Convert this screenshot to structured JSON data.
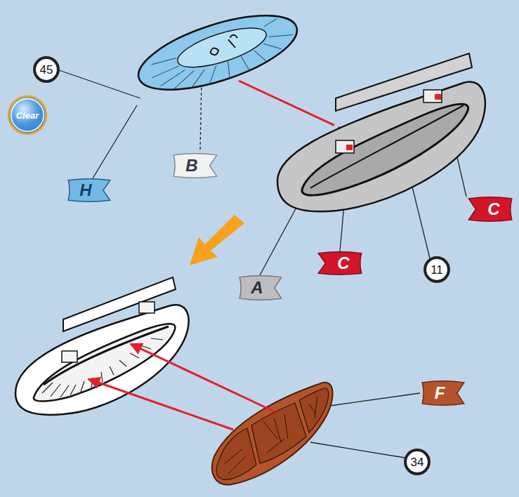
{
  "diagram": {
    "nodes": [
      {
        "text": [
          "45"
        ]
      },
      {
        "text": [
          "Clear"
        ]
      },
      {
        "text": [
          "H"
        ]
      },
      {
        "text": [
          "B"
        ]
      },
      {
        "text": [
          "C"
        ]
      },
      {
        "text": [
          "C"
        ]
      },
      {
        "text": [
          "A"
        ]
      },
      {
        "text": [
          "11"
        ]
      },
      {
        "text": [
          "F"
        ]
      },
      {
        "text": [
          "34"
        ]
      }
    ]
  }
}
